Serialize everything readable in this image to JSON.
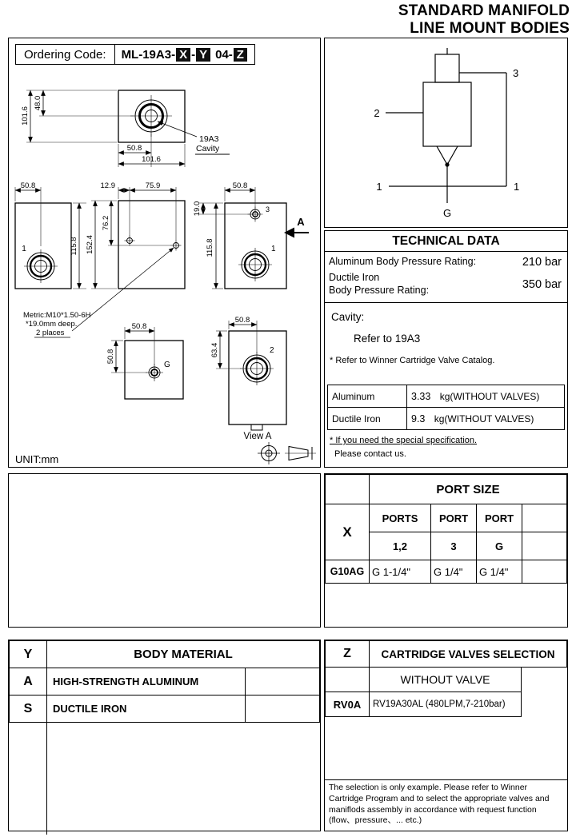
{
  "header": {
    "title_line1": "STANDARD MANIFOLD",
    "title_line2": "LINE MOUNT BODIES"
  },
  "ordering": {
    "label": "Ordering Code:",
    "prefix": "ML-19A3-",
    "x": "X",
    "sep": "-",
    "y": "Y",
    "mid": "04-",
    "z": "Z"
  },
  "drawing": {
    "unit": "UNIT:mm",
    "cavity_callout_l1": "19A3",
    "cavity_callout_l2": "Cavity",
    "note_l1": "Metric:M10*1.50-6H",
    "note_l2": "*19.0mm deep.",
    "note_l3": "2 places",
    "view_a": "View A",
    "arrow_a": "A",
    "ports": {
      "p1_left": "1",
      "p1_right": "1",
      "p3": "3",
      "p2": "2",
      "pg": "G"
    },
    "dims": {
      "top_height": "101.6",
      "top_offset": "48.0",
      "top_half_width": "50.8",
      "top_width": "101.6",
      "left_port_x": "50.8",
      "left_height": "115.8",
      "mid_hole_x1": "12.9",
      "mid_hole_x2": "75.9",
      "mid_height": "152.4",
      "mid_hole_y": "76.2",
      "right_port3_y": "19.0",
      "right_port_x": "50.8",
      "right_height": "115.8",
      "g_x": "50.8",
      "g_y": "50.8",
      "v2_x": "50.8",
      "v2_y": "63.4"
    }
  },
  "schematic": {
    "p3": "3",
    "p2": "2",
    "p1_left": "1",
    "p1_right": "1",
    "pg": "G"
  },
  "technical": {
    "title": "TECHNICAL DATA",
    "alu_label": "Aluminum Body Pressure Rating:",
    "alu_value": "210 bar",
    "iron_label_l1": "Ductile Iron",
    "iron_label_l2": "Body Pressure Rating:",
    "iron_value": "350 bar",
    "cavity_label": "Cavity:",
    "cavity_value": "Refer to 19A3",
    "cavity_note": "* Refer to Winner Cartridge Valve Catalog.",
    "weights": [
      {
        "material": "Aluminum",
        "value": "3.33",
        "unit": "kg(WITHOUT VALVES)"
      },
      {
        "material": "Ductile Iron",
        "value": "9.3",
        "unit": "kg(WITHOUT VALVES)"
      }
    ],
    "footnote_l1": "* If you need the special specification.",
    "footnote_l2": "Please contact us."
  },
  "port_size": {
    "title": "PORT SIZE",
    "x_header": "X",
    "col1_top": "PORTS",
    "col2_top": "PORT",
    "col3_top": "PORT",
    "col1_bottom": "1,2",
    "col2_bottom": "3",
    "col3_bottom": "G",
    "row": {
      "code": "G10AG",
      "ports12": "G 1-1/4\"",
      "port3": "G 1/4\"",
      "portg": "G 1/4\""
    }
  },
  "body_material": {
    "code_header": "Y",
    "title": "BODY MATERIAL",
    "rows": [
      {
        "code": "A",
        "name": "HIGH-STRENGTH ALUMINUM"
      },
      {
        "code": "S",
        "name": "DUCTILE IRON"
      }
    ]
  },
  "cartridge": {
    "code_header": "Z",
    "title": "CARTRIDGE VALVES SELECTION",
    "rows": [
      {
        "code": "",
        "name": "WITHOUT VALVE"
      },
      {
        "code": "RV0A",
        "name": "RV19A30AL (480LPM,7-210bar)"
      }
    ],
    "note": "The selection is only example. Please refer to Winner Cartridge Program and to select the appropriate valves and maniflods assembly in accordance with request function (flow、pressure、... etc.)"
  }
}
